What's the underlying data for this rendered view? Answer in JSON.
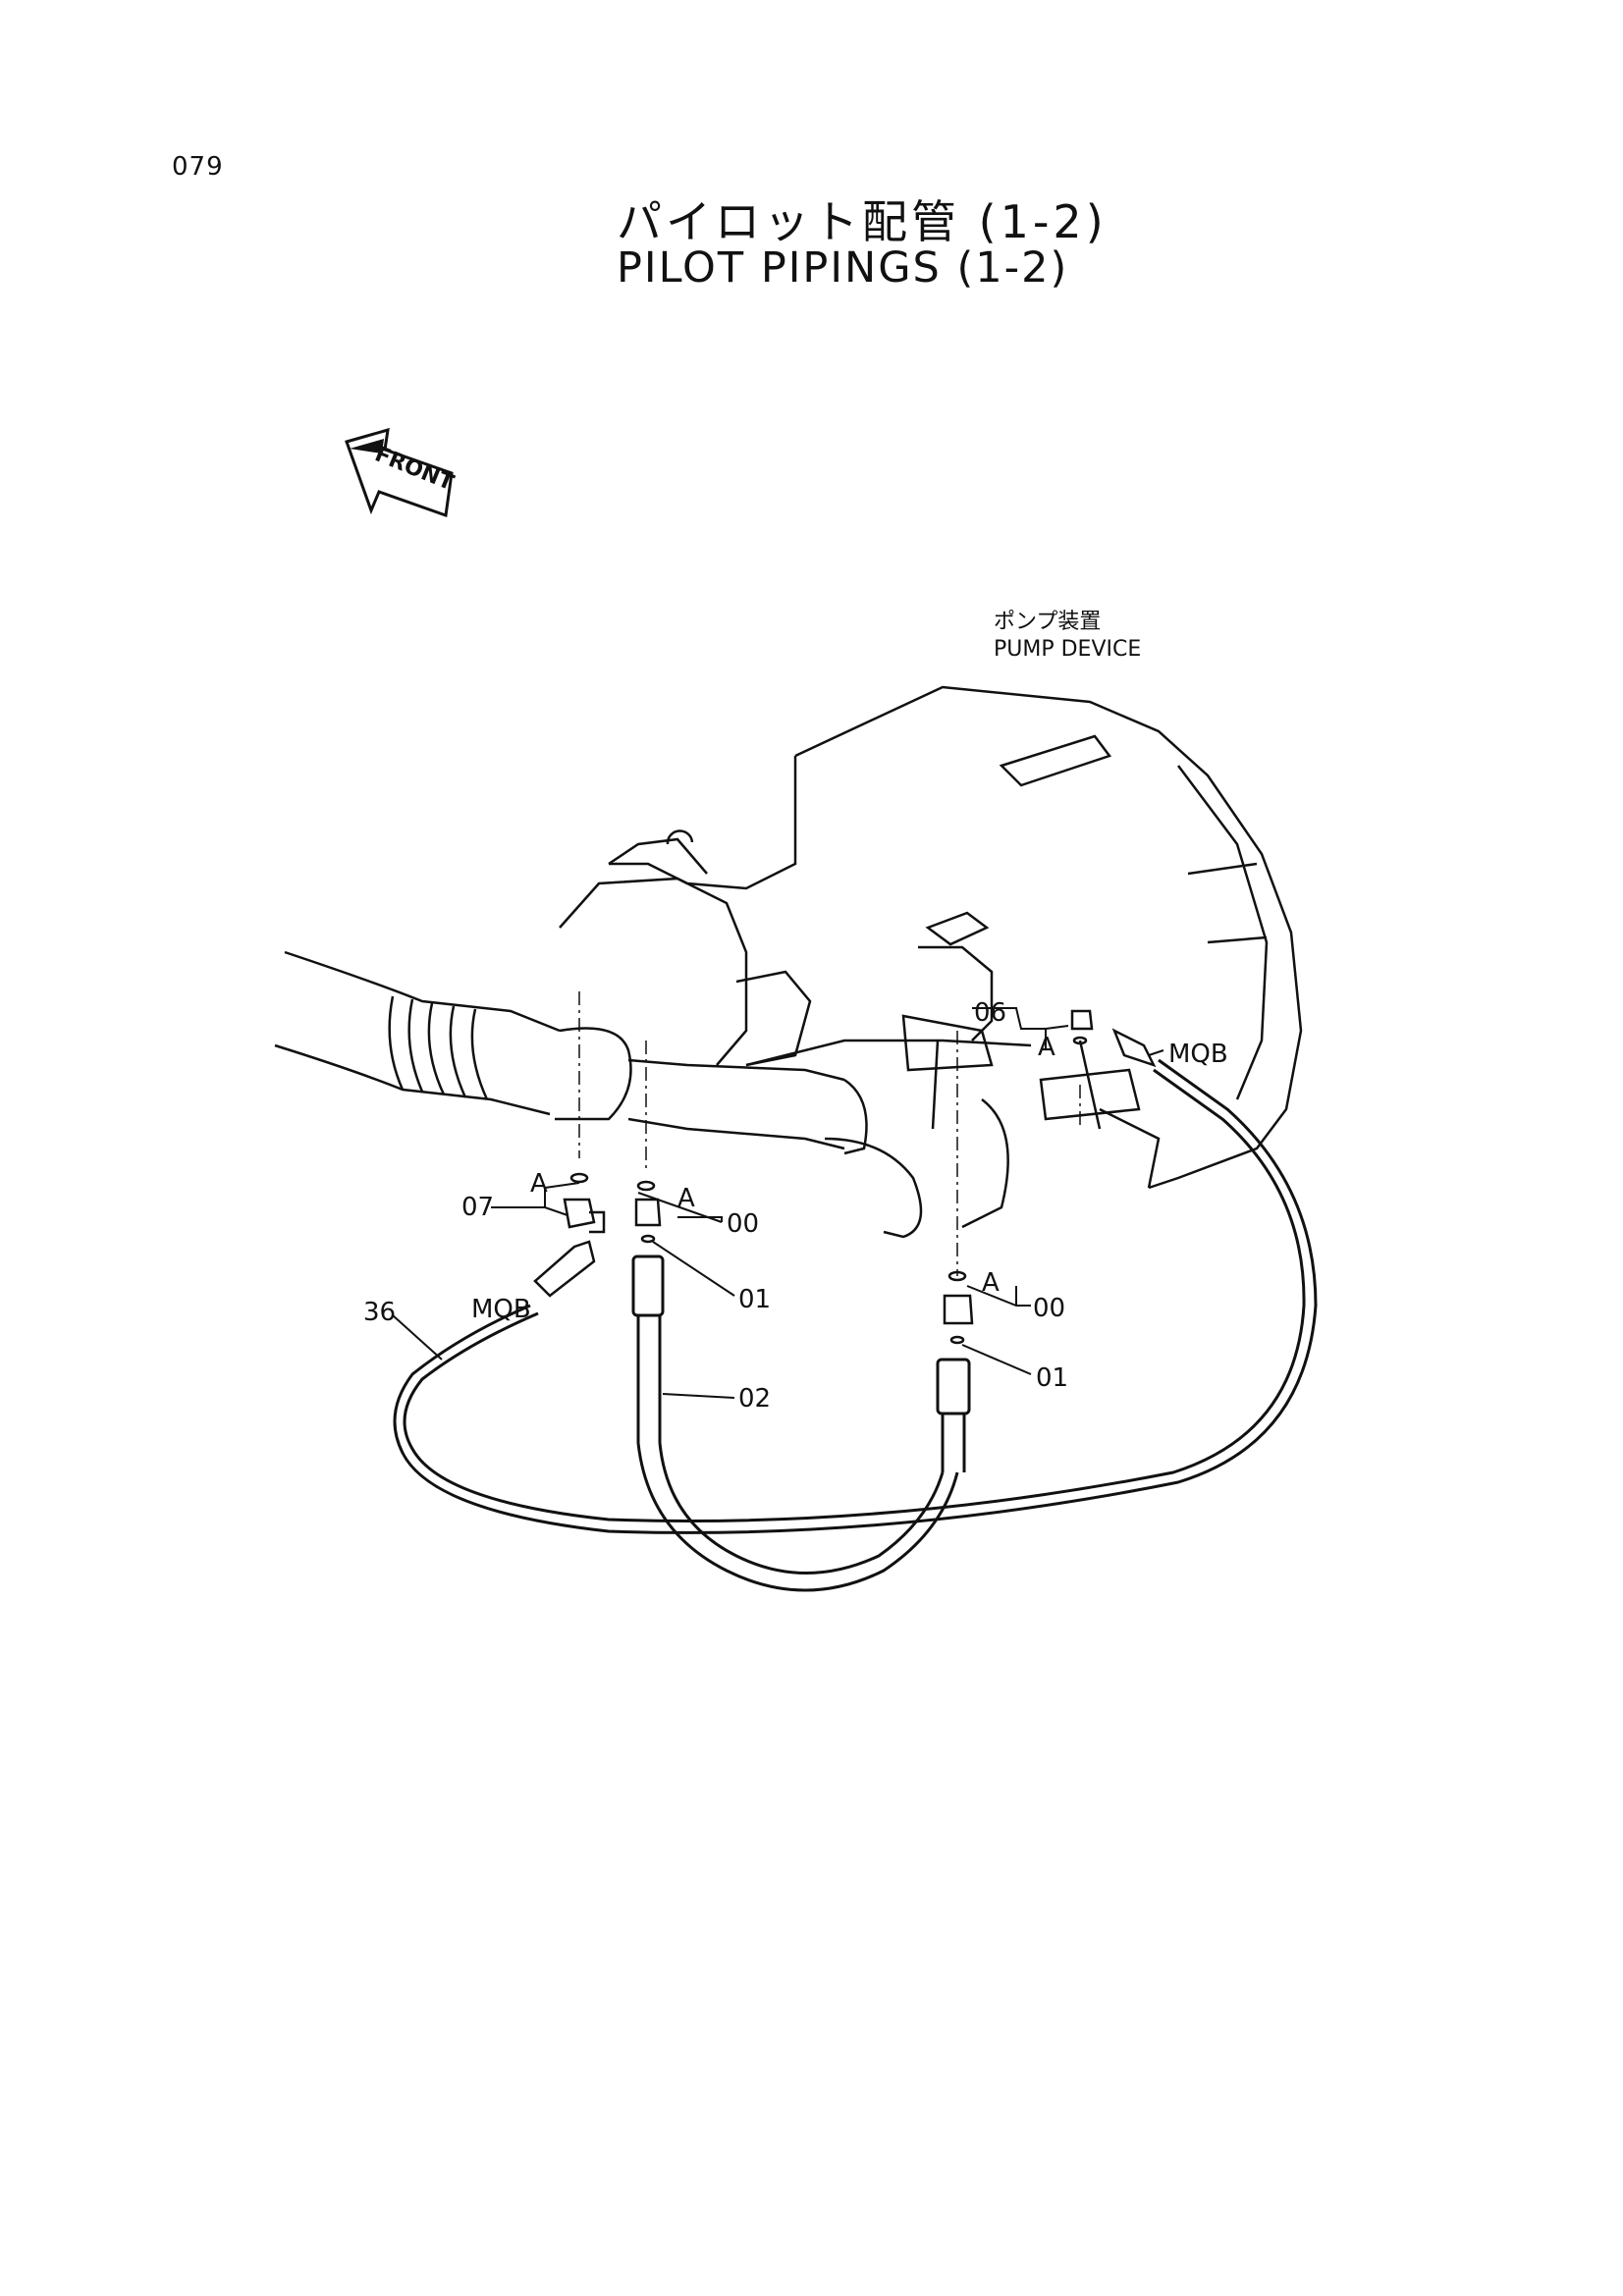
{
  "page_number": "079",
  "title": {
    "japanese": "パイロット配管 (1-2)",
    "english": "PILOT PIPINGS (1-2)"
  },
  "front_marker": "FRONT",
  "component": {
    "japanese": "ポンプ装置",
    "english": "PUMP DEVICE"
  },
  "callouts": {
    "p06": "06",
    "p07": "07",
    "p00a": "00",
    "p00b": "00",
    "p01a": "01",
    "p01b": "01",
    "p02": "02",
    "p36": "36",
    "mqb_top": "MQB",
    "mqb_left": "MQB",
    "a1": "A",
    "a2": "A",
    "a3": "A",
    "a4": "A"
  }
}
